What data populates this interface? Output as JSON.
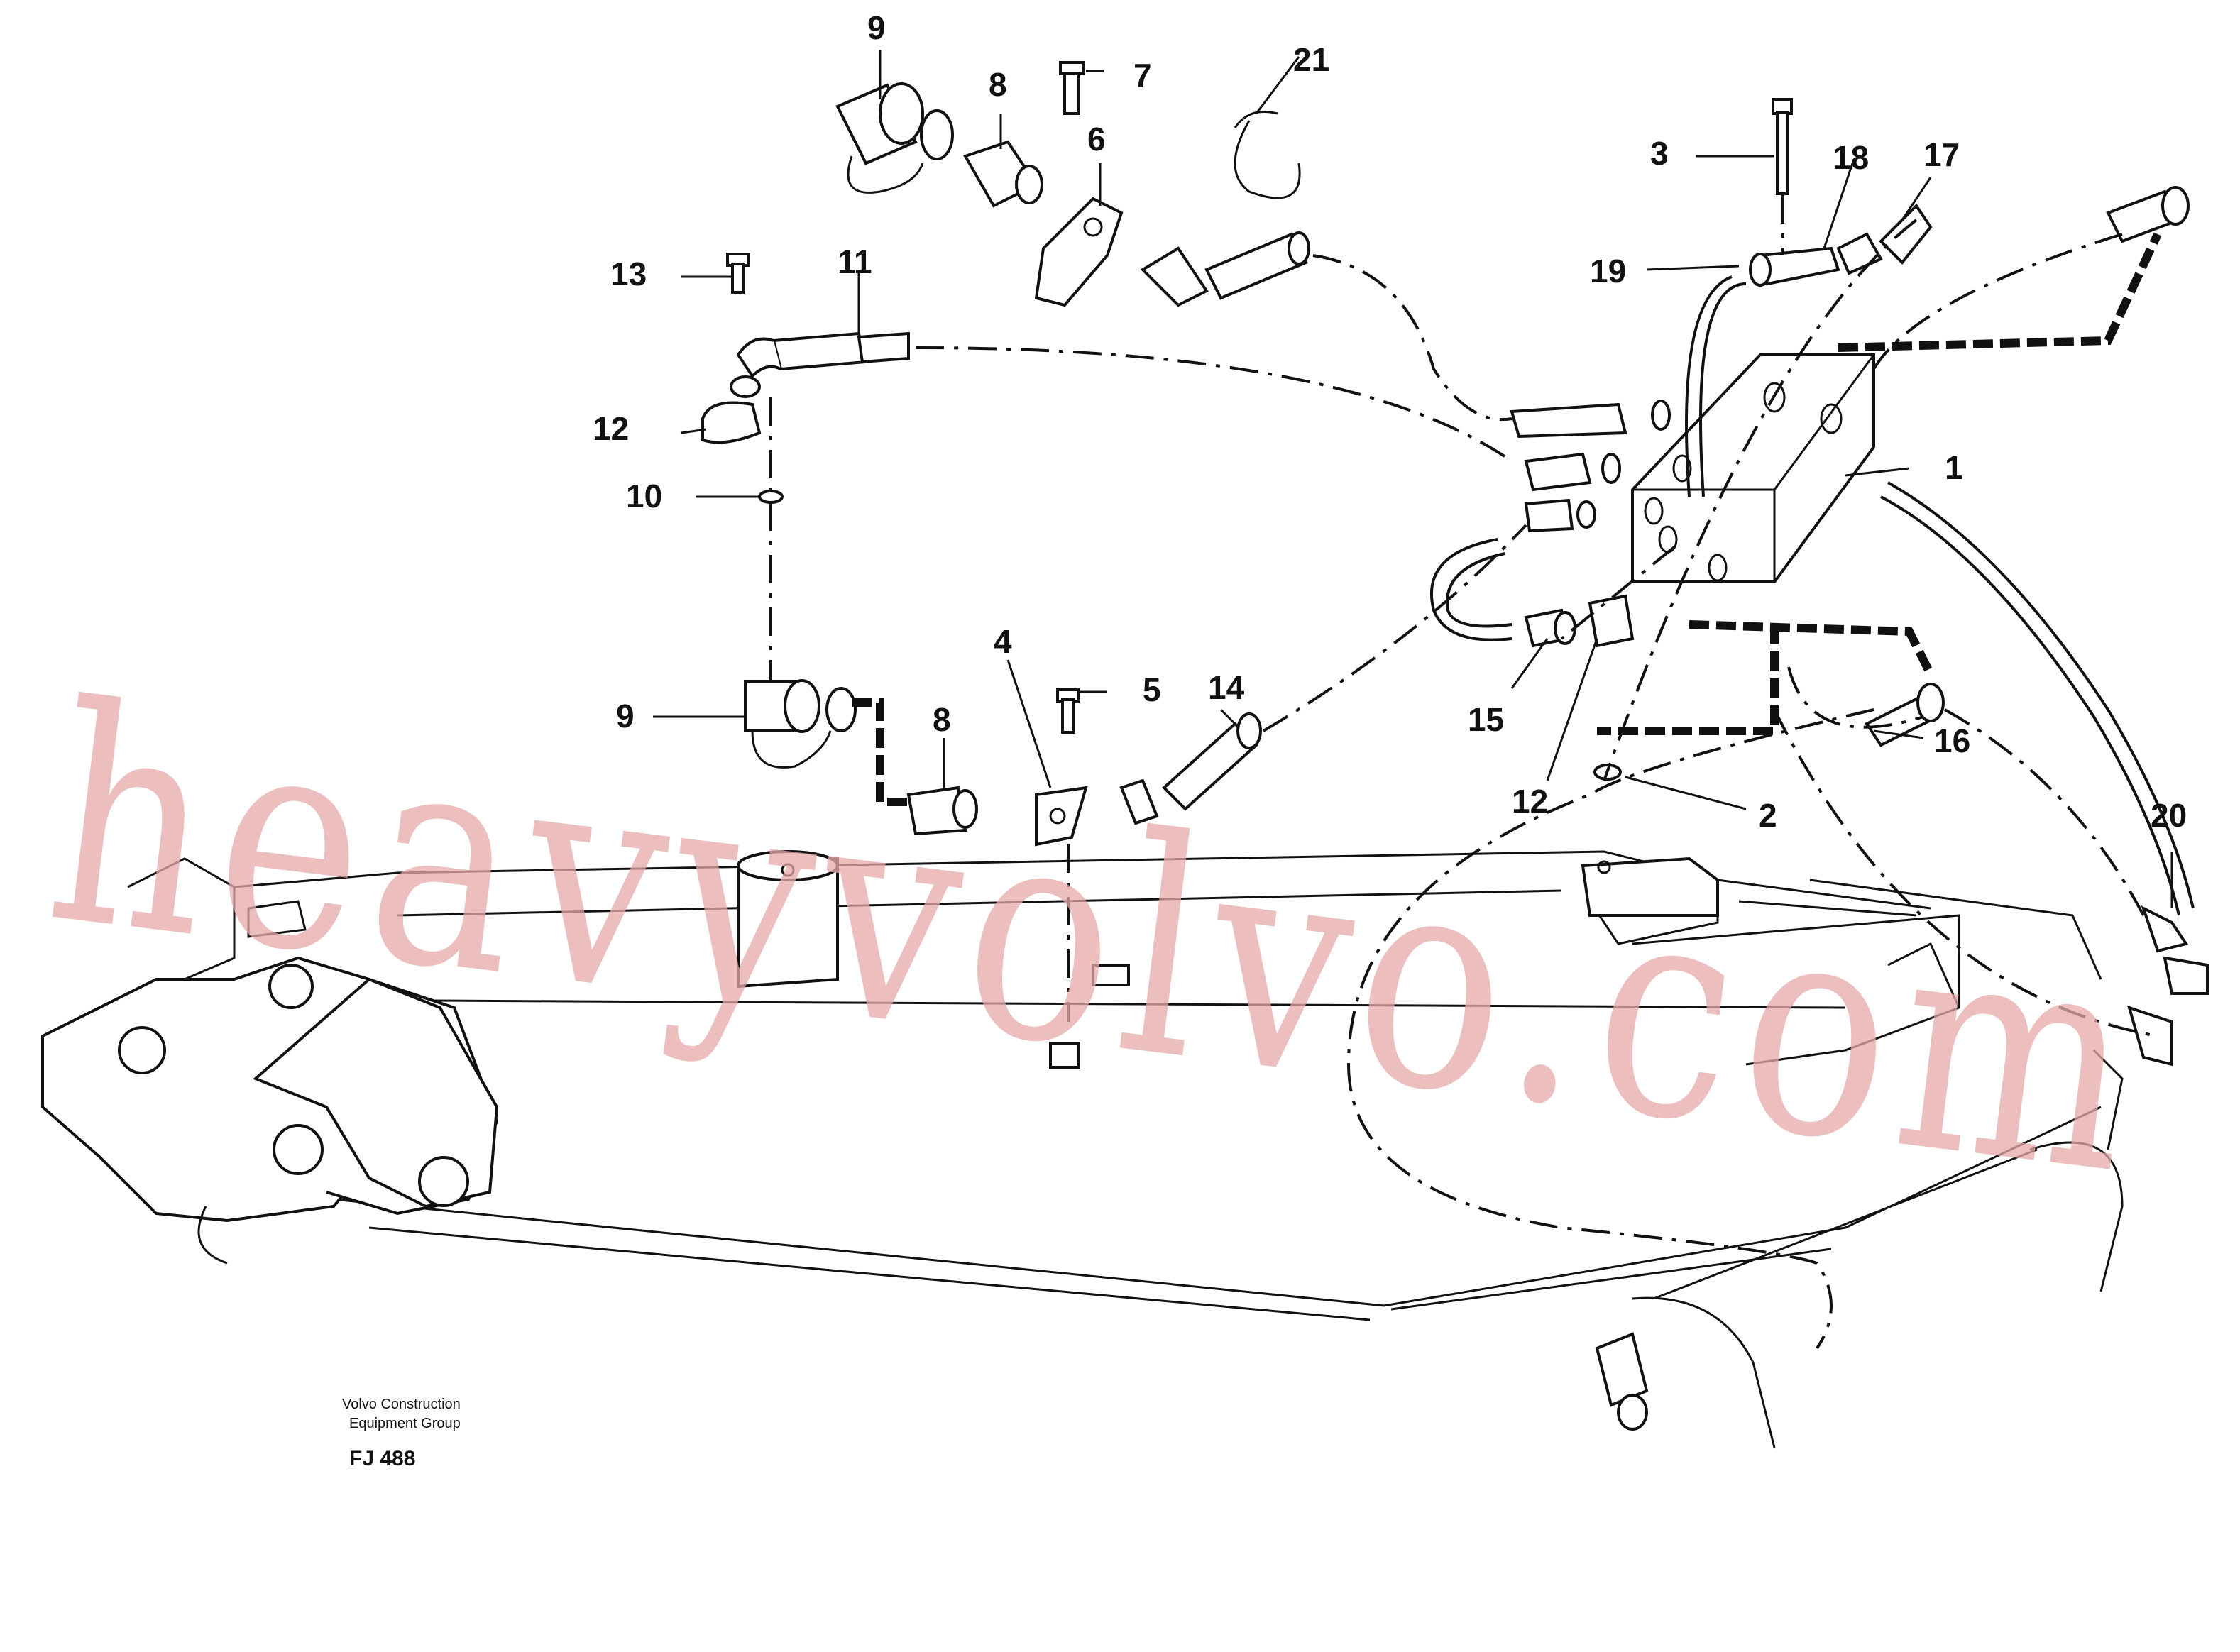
{
  "callouts": {
    "c1": "1",
    "c2": "2",
    "c3": "3",
    "c4": "4",
    "c5": "5",
    "c6": "6",
    "c7": "7",
    "c8a": "8",
    "c8b": "8",
    "c9a": "9",
    "c9b": "9",
    "c10": "10",
    "c11": "11",
    "c12a": "12",
    "c12b": "12",
    "c13": "13",
    "c14": "14",
    "c15": "15",
    "c16": "16",
    "c17": "17",
    "c18": "18",
    "c19": "19",
    "c20": "20",
    "c21": "21"
  },
  "credit": {
    "line1": "Volvo Construction",
    "line2": "Equipment Group"
  },
  "figure_ref": "FJ 488",
  "watermark": "heavyvolvo.com",
  "colors": {
    "ink": "#111111",
    "watermark": "#e8a9a9",
    "background": "#ffffff"
  }
}
